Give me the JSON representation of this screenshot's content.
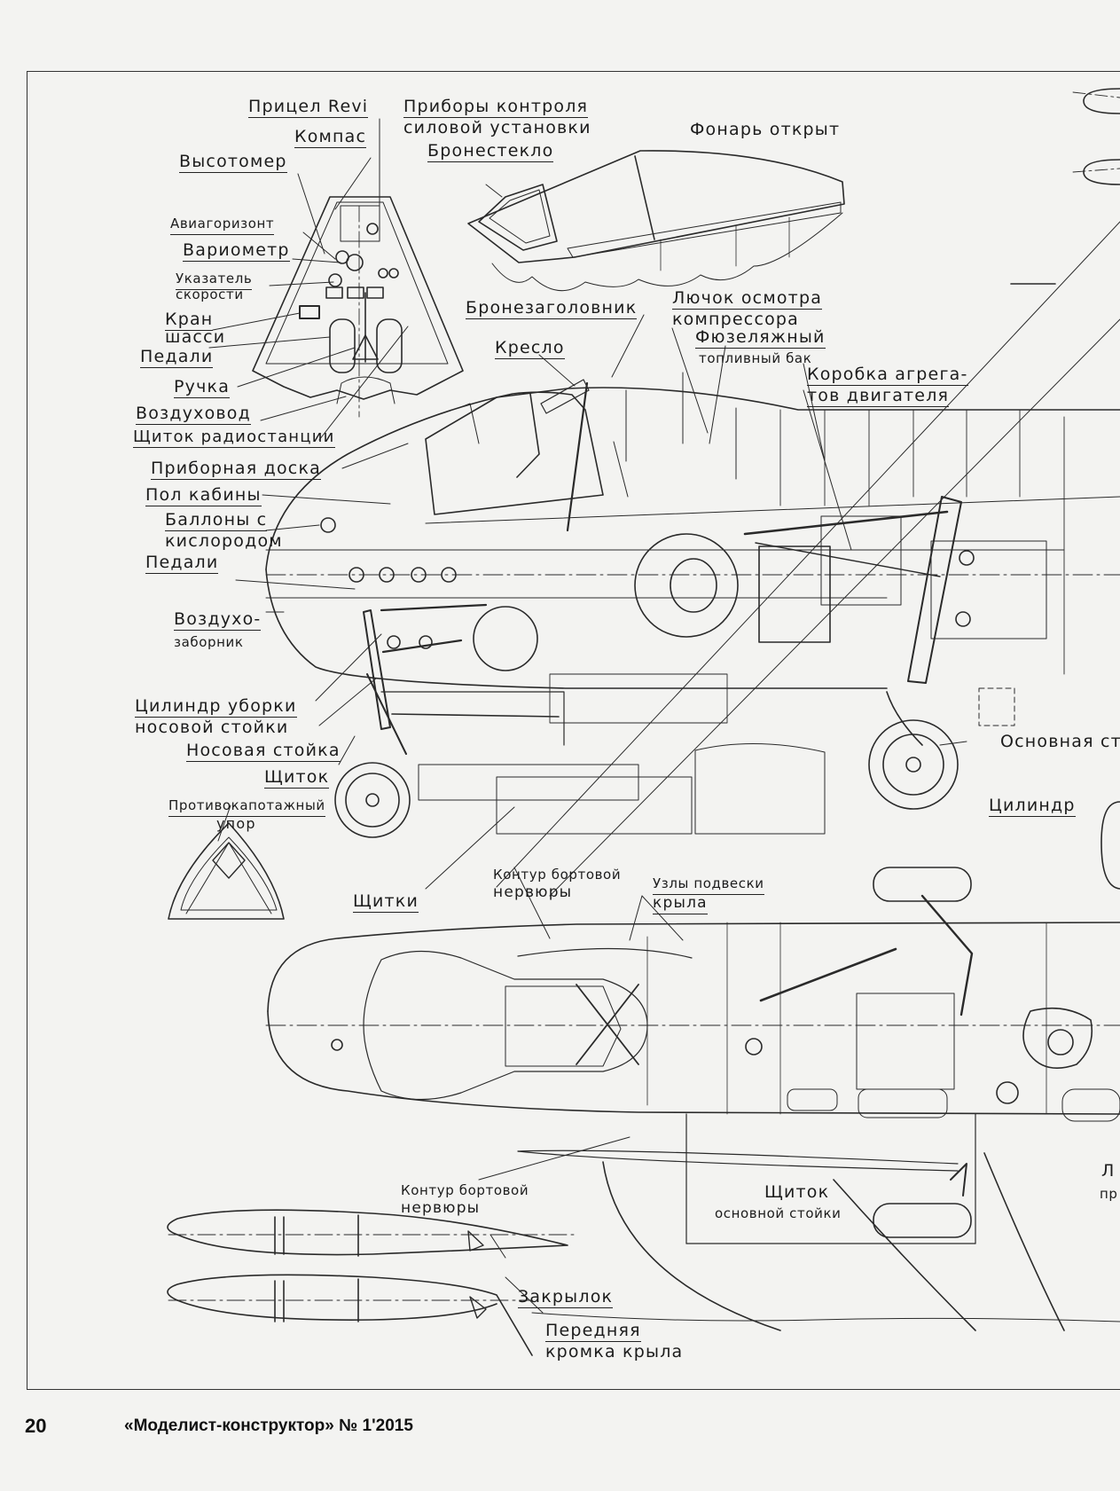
{
  "page": {
    "number": "20",
    "journal": "«Моделист-конструктор» № 1'2015"
  },
  "labels": {
    "pricel_revi": "Прицел Revi",
    "pribory_kontrolya_1": "Приборы контроля",
    "pribory_kontrolya_2": "силовой установки",
    "kompas": "Компас",
    "fonar": "Фонарь открыт",
    "vysotomer": "Высотомер",
    "bronesteklo": "Бронестекло",
    "aviagorizont": "Авиагоризонт",
    "variometr": "Вариометр",
    "ukazatel_1": "Указатель",
    "ukazatel_2": "скорости",
    "kran_1": "Кран",
    "kran_2": "шасси",
    "pedali_top": "Педали",
    "ruchka": "Ручка",
    "vozduhovod": "Воздуховод",
    "shchitok_radio": "Щиток радиостанции",
    "bronezagolovnik": "Бронезаголовник",
    "lyuchok_1": "Лючок осмотра",
    "lyuchok_2": "компрессора",
    "fuzelyazhny_1": "Фюзеляжный",
    "fuzelyazhny_2": "топливный бак",
    "kreslo": "Кресло",
    "korobka_1": "Коробка агрега-",
    "korobka_2": "тов двигателя",
    "pribornaya": "Приборная доска",
    "pol": "Пол кабины",
    "ballony_1": "Баллоны с",
    "ballony_2": "кислородом",
    "pedali_side": "Педали",
    "vozduho_1": "Воздухо-",
    "vozduho_2": "заборник",
    "cilindr_uborki_1": "Цилиндр уборки",
    "cilindr_uborki_2": "носовой стойки",
    "nosovaya": "Носовая стойка",
    "shchitok": "Щиток",
    "protivo_1": "Противокапотажный",
    "protivo_2": "упор",
    "osnovnaya": "Основная ст",
    "cilindr": "Цилиндр",
    "shchitki": "Щитки",
    "kontur_top_1": "Контур бортовой",
    "kontur_top_2": "нервюры",
    "uzly_1": "Узлы подвески",
    "uzly_2": "крыла",
    "kontur_bot_1": "Контур бортовой",
    "kontur_bot_2": "нервюры",
    "shchitok_osn_1": "Щиток",
    "shchitok_osn_2": "основной стойки",
    "zakrylok": "Закрылок",
    "perednyaya_1": "Передняя",
    "perednyaya_2": "кромка крыла",
    "edge_1": "Л",
    "edge_2": "пр"
  }
}
